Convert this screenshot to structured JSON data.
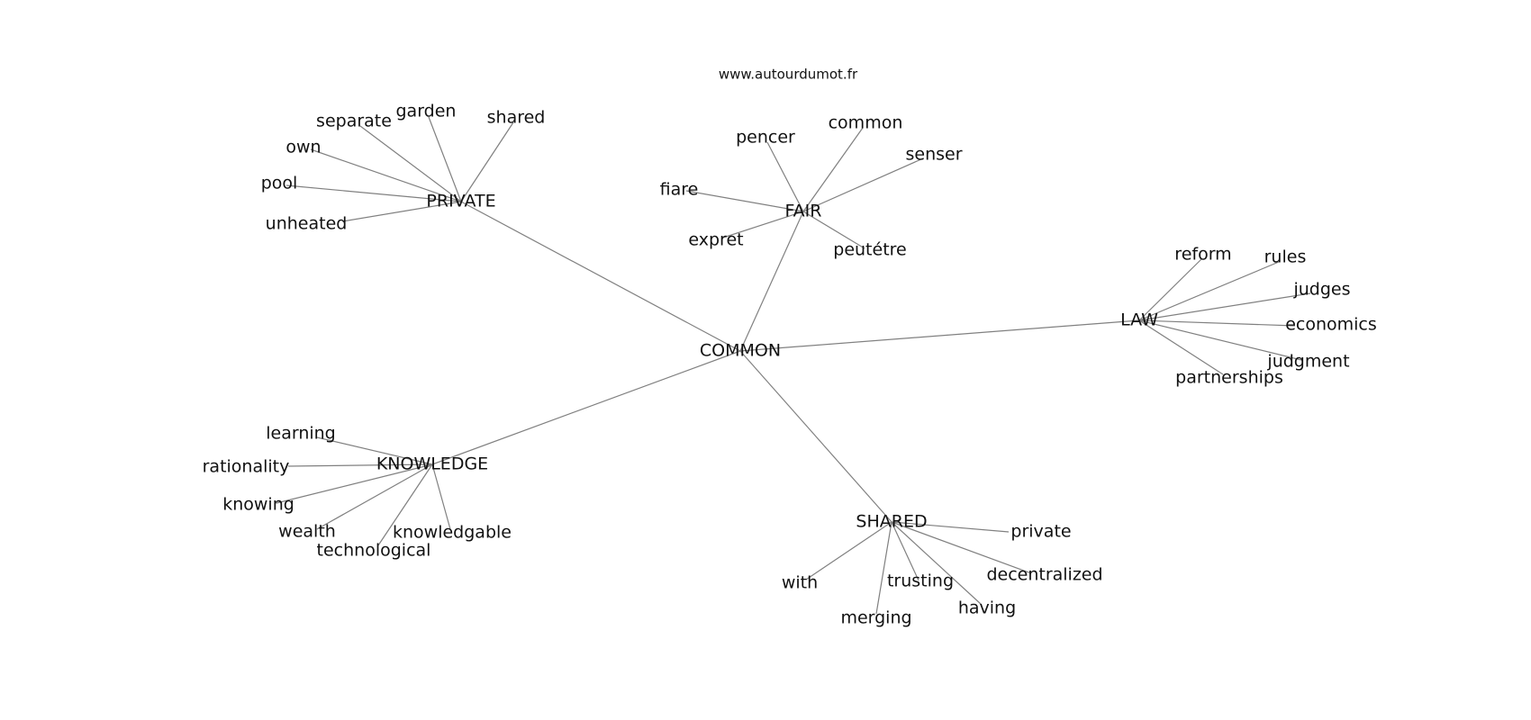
{
  "credit": "www.autourdumot.fr",
  "center": "COMMON",
  "hubs": [
    {
      "label": "PRIVATE",
      "words": [
        "separate",
        "garden",
        "shared",
        "own",
        "pool",
        "unheated"
      ]
    },
    {
      "label": "FAIR",
      "words": [
        "pencer",
        "common",
        "senser",
        "fiare",
        "expret",
        "peutétre"
      ]
    },
    {
      "label": "LAW",
      "words": [
        "reform",
        "rules",
        "judges",
        "economics",
        "judgment",
        "partnerships"
      ]
    },
    {
      "label": "KNOWLEDGE",
      "words": [
        "learning",
        "rationality",
        "knowing",
        "wealth",
        "technological",
        "knowledgable"
      ]
    },
    {
      "label": "SHARED",
      "words": [
        "private",
        "decentralized",
        "trusting",
        "having",
        "with",
        "merging"
      ]
    }
  ]
}
